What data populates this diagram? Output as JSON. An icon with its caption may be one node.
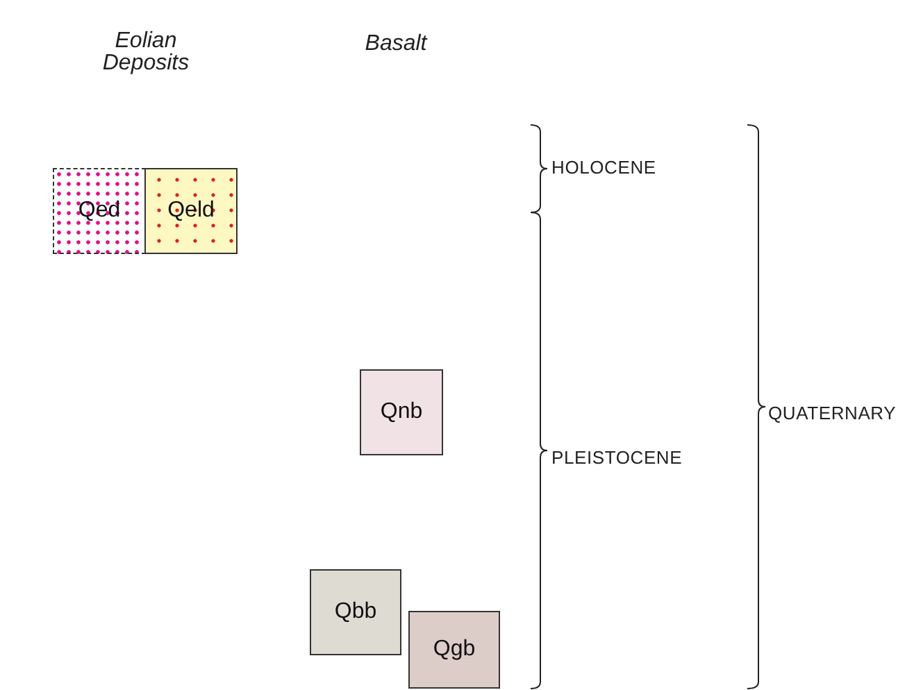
{
  "diagram": {
    "nodes": [
      {
        "text": [
          "Qed"
        ]
      },
      {
        "text": [
          "Qeld"
        ]
      },
      {
        "text": [
          "Qnb"
        ]
      },
      {
        "text": [
          "Qbb"
        ]
      },
      {
        "text": [
          "Qgb"
        ]
      }
    ],
    "labels": [
      "Eolian Deposits",
      "Basalt",
      "HOLOCENE",
      "QUATERNARY",
      "PLEISTOCENE"
    ]
  }
}
